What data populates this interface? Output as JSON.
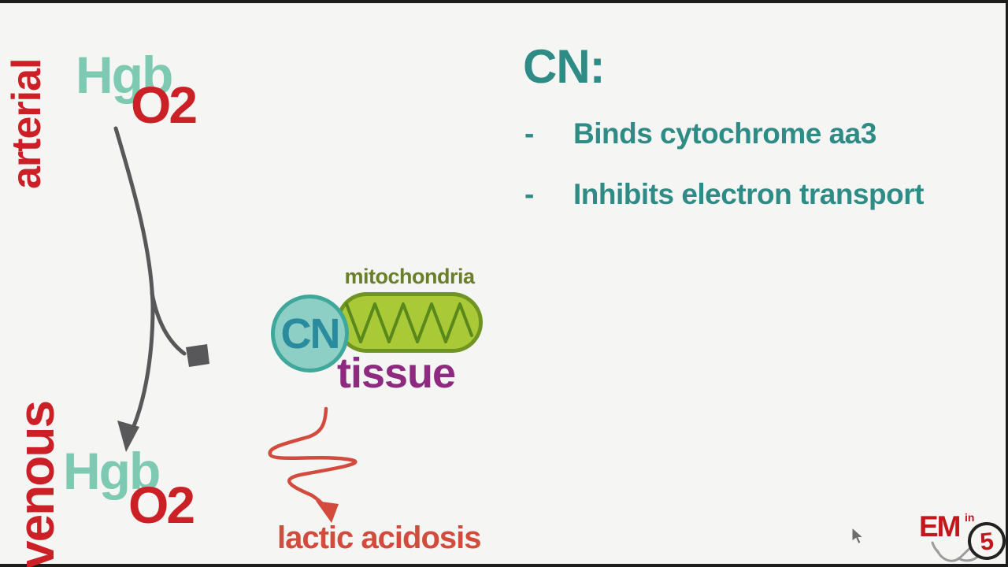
{
  "labels": {
    "arterial": "arterial",
    "venous": "venous",
    "hgb": "Hgb",
    "o2": "O2",
    "mitochondria": "mitochondria",
    "cn_circle": "CN",
    "tissue": "tissue",
    "lactic_acidosis": "lactic acidosis"
  },
  "notes": {
    "heading": "CN:",
    "bullet_dash": "-",
    "bullets": [
      {
        "text": "Binds cytochrome aa3"
      },
      {
        "text": "Inhibits electron transport"
      }
    ]
  },
  "logo": {
    "em": "EM",
    "in": "in",
    "five": "5"
  },
  "colors": {
    "background": "#f5f5f3",
    "edge_bar": "#1d1d1d",
    "red": "#cb2026",
    "red_light": "#d24b3c",
    "teal_light": "#7dc9b1",
    "teal_dark": "#2e8b85",
    "cn_text": "#2a8b9e",
    "cn_circle_fill": "#8ecfc5",
    "cn_circle_border": "#3fa79b",
    "mito_fill": "#aac937",
    "mito_border": "#6e9522",
    "mito_zigzag": "#59881c",
    "mito_label": "#6a7f2a",
    "tissue_purple": "#8e2a80",
    "arrow_gray": "#58585a",
    "logo_red": "#c4161c",
    "logo_circle": "#222222",
    "stetho_gray": "#9b9b9b"
  }
}
